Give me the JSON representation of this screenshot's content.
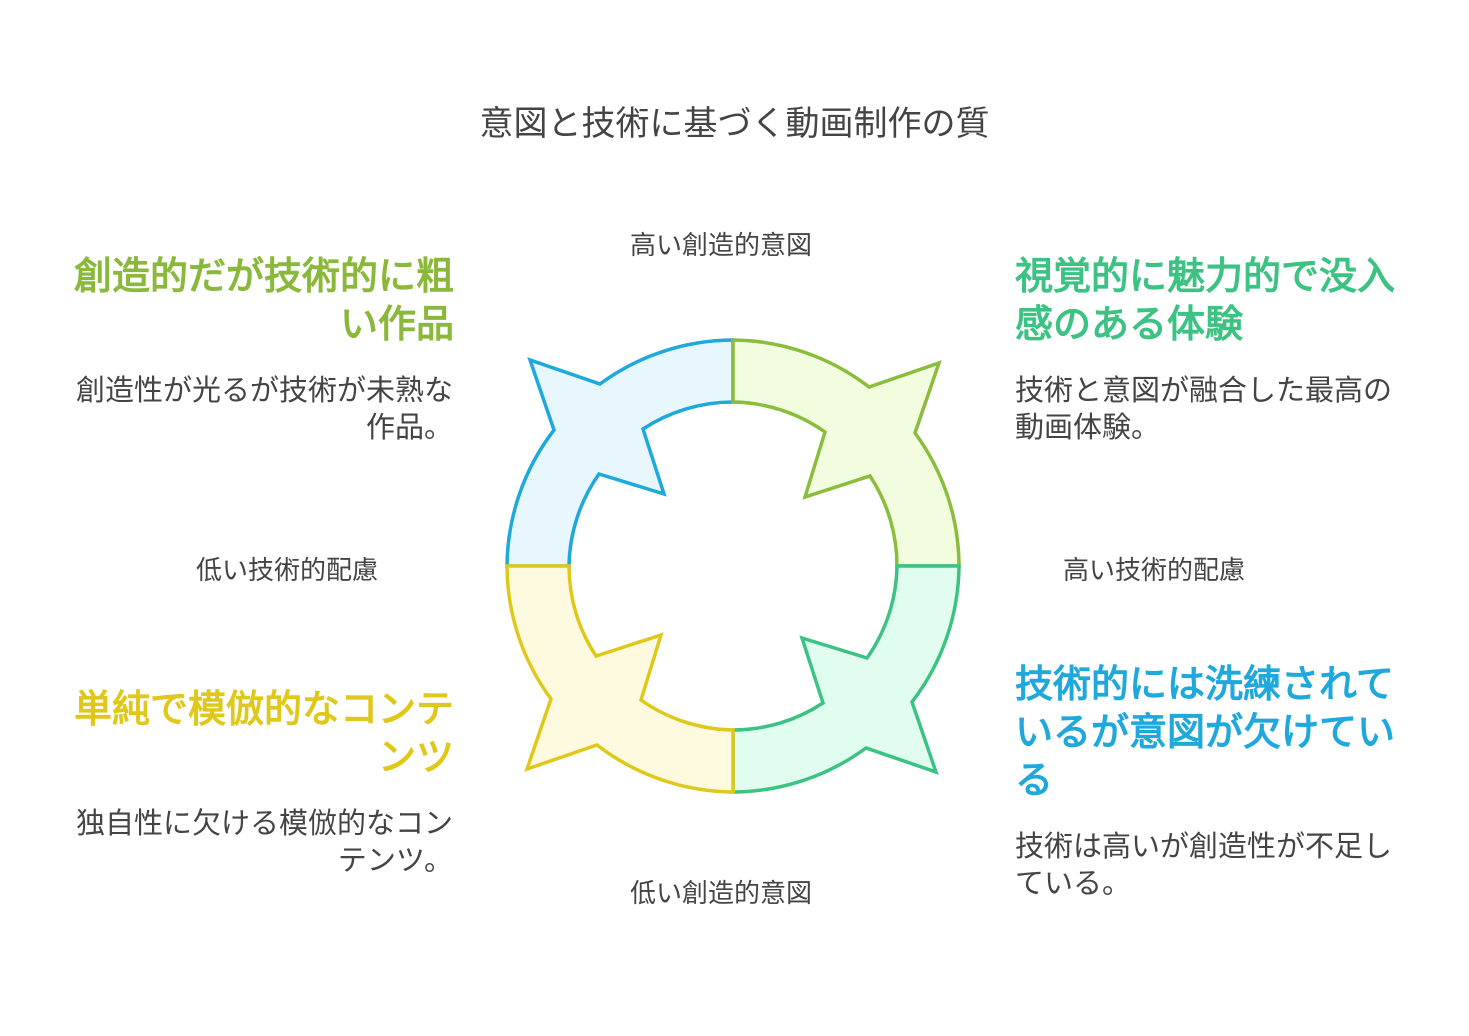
{
  "title": "意図と技術に基づく動画制作の質",
  "axes": {
    "top": "高い創造的意図",
    "bottom": "低い創造的意図",
    "left": "低い技術的配慮",
    "right": "高い技術的配慮"
  },
  "quadrants": [
    {
      "heading": "創造的だが技術的に粗い作品",
      "description": "創造性が光るが技術が未熟な作品。",
      "color": "#8ab83a",
      "stroke": "#1ea8dc",
      "fill": "#e8f7fd"
    },
    {
      "heading": "視覚的に魅力的で没入感のある体験",
      "description": "技術と意図が融合した最高の動画体験。",
      "color": "#3cc282",
      "stroke": "#8bbd3c",
      "fill": "#f2fde0"
    },
    {
      "heading": "技術的には洗練されているが意図が欠けている",
      "description": "技術は高いが創造性が不足している。",
      "color": "#1ea8dc",
      "stroke": "#3cc282",
      "fill": "#e0fdf0"
    },
    {
      "heading": "単純で模倣的なコンテンツ",
      "description": "独自性に欠ける模倣的なコンテンツ。",
      "color": "#dfc81a",
      "stroke": "#e0c81a",
      "fill": "#fefadf"
    }
  ]
}
